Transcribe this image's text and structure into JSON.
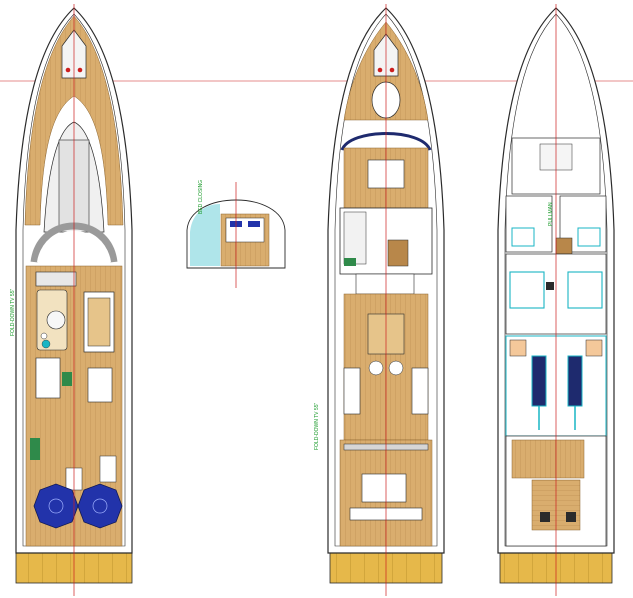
{
  "colors": {
    "deck_wood": "#d9ad6e",
    "deck_wood_dark": "#b8874a",
    "hull_outline": "#2b2b2b",
    "center_line": "#cc1f1f",
    "label_green": "#1a9a2a",
    "swim_platform": "#e6b84a",
    "sun_pad_blue": "#2233aa",
    "interior_cyan": "#19b5c4",
    "wall_navy": "#1e2a6e",
    "glass_grey": "#d6d6d6"
  },
  "labels": {
    "flybridge_tv": "FOLD-DOWN TV 55\"",
    "bed_closing": "BED CLOSING",
    "main_deck_tv": "FOLD-DOWN TV 55\"",
    "pullman": "PULLMAN"
  }
}
